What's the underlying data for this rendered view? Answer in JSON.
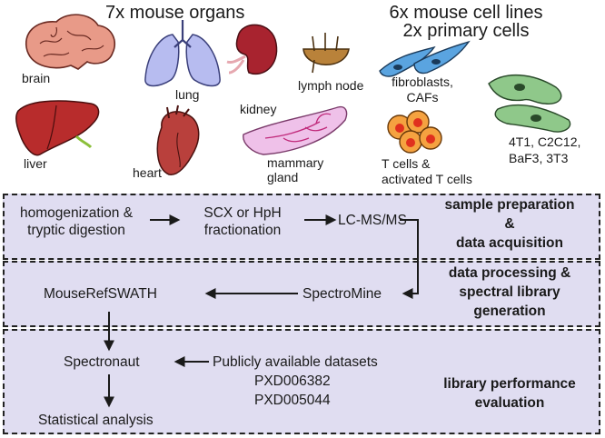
{
  "top": {
    "organs_title": "7x mouse organs",
    "cells_title_line1": "6x mouse cell lines",
    "cells_title_line2": "2x primary cells"
  },
  "organs": {
    "brain": "brain",
    "lung": "lung",
    "kidney": "kidney",
    "lymph_node": "lymph node",
    "liver": "liver",
    "heart": "heart",
    "mammary_line1": "mammary",
    "mammary_line2": "gland"
  },
  "cells": {
    "fibro_line1": "fibroblasts,",
    "fibro_line2": "CAFs",
    "lines_line1": "4T1, C2C12,",
    "lines_line2": "BaF3, 3T3",
    "tcells_line1": "T cells &",
    "tcells_line2": "activated T cells"
  },
  "panel1": {
    "step1_line1": "homogenization &",
    "step1_line2": "tryptic digestion",
    "step2_line1": "SCX or HpH",
    "step2_line2": "fractionation",
    "step3": "LC-MS/MS",
    "label_line1": "sample preparation",
    "label_line2": "&",
    "label_line3": "data acquisition"
  },
  "panel2": {
    "library": "MouseRefSWATH",
    "spectromine": "SpectroMine",
    "label_line1": "data processing &",
    "label_line2": "spectral library",
    "label_line3": "generation"
  },
  "panel3": {
    "spectronaut": "Spectronaut",
    "public_title": "Publicly available datasets",
    "pxd1": "PXD006382",
    "pxd2": "PXD005044",
    "stats": "Statistical analysis",
    "label_line1": "library performance",
    "label_line2": "evaluation"
  },
  "colors": {
    "panel_fill": "#e0ddf1",
    "brain": "#e89a88",
    "lung": "#b7bcf0",
    "kidney": "#a8232f",
    "lymph_node": "#b9823a",
    "liver": "#b82c2c",
    "heart": "#b9403c",
    "mammary": "#efc1e9",
    "fibroblast": "#5aa4e0",
    "cell_line": "#8fc88a",
    "t_cell": "#f5a240"
  }
}
